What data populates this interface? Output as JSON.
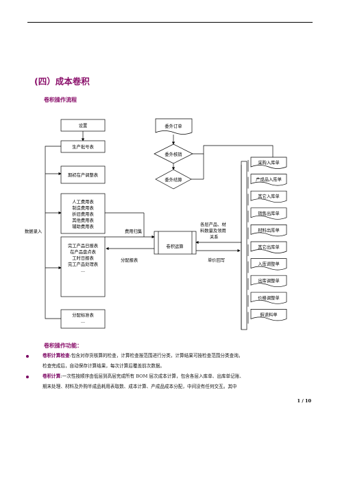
{
  "section_title": "(四）成本卷积",
  "flow_subtitle": "卷积操作流程",
  "flowchart": {
    "left_boxes": {
      "setup": "设置",
      "production_batch": "生产批号表",
      "opening_wip": "期初在产调整表",
      "cost_tables": [
        "人工费用表",
        "制造费用表",
        "折旧费用表",
        "其他费用表",
        "辅助费用表"
      ],
      "finished_tables": [
        "完工产品日报表",
        "在产品盘点表",
        "工时日报表",
        "完工产品处理表",
        "..."
      ],
      "allocation_tables": [
        "分配标准表",
        "..."
      ]
    },
    "outsource": {
      "order": "委外订单",
      "verify": "委外核销",
      "settle": "委外结算"
    },
    "center": "卷积运算",
    "labels": {
      "data_entry": "数据录入",
      "cost_collect": "费用归集",
      "alloc_report": "分配报表",
      "qty_usage": [
        "各层产品、材",
        "料数量及领用",
        "关系"
      ],
      "price_writeback": "单价回写"
    },
    "right_docs": [
      "采购入库单",
      "产成品入库单",
      "其它入库单",
      "销售出库单",
      "材料出库单",
      "其它出库单",
      "入库调整单",
      "出库调整单",
      "价格调整单",
      "假退料单"
    ]
  },
  "functions_title": "卷积操作功能：",
  "bullets": [
    {
      "keyword": "卷积计算检查",
      "lines": [
        ":包含对存货核算的检查，计算检查按范围进行分类，计算结果可按检查范围分类查询。",
        "检查完成后，自动保存计算结果，每次计算后覆盖前次数据。"
      ]
    },
    {
      "keyword": "卷积计算",
      "lines": [
        ":一次性按顺序由低层到高层完成所有 BOM 层次成本计算，包含各层入库单、出库单记账、",
        "期末处理、材料及外购半成品耗用表取数、成本计算、产成品成本分配，中间没有任何交互。其中"
      ]
    }
  ],
  "page_number": "1 / 10"
}
